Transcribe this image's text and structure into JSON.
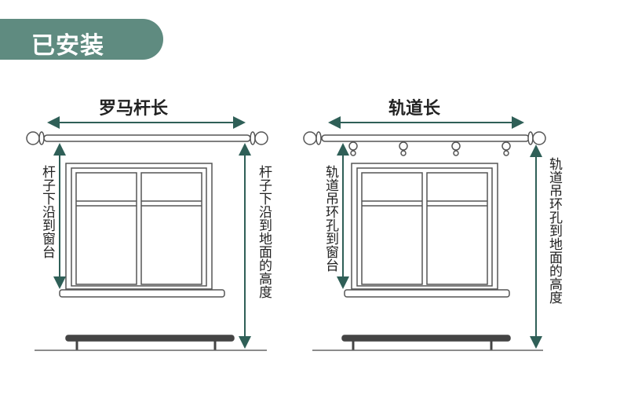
{
  "badge": {
    "text": "已安装",
    "color": "#5f8b80"
  },
  "left_diagram": {
    "title": "罗马杆长",
    "label_left": "杆子下沿到窗台",
    "label_right": "杆子下沿到地面的高度"
  },
  "right_diagram": {
    "title": "轨道长",
    "label_left": "轨道吊环孔到窗台",
    "label_right": "轨道吊环孔到地面的高度"
  },
  "colors": {
    "arrow": "#2f5f57",
    "line": "#555555",
    "bench": "#444444"
  }
}
